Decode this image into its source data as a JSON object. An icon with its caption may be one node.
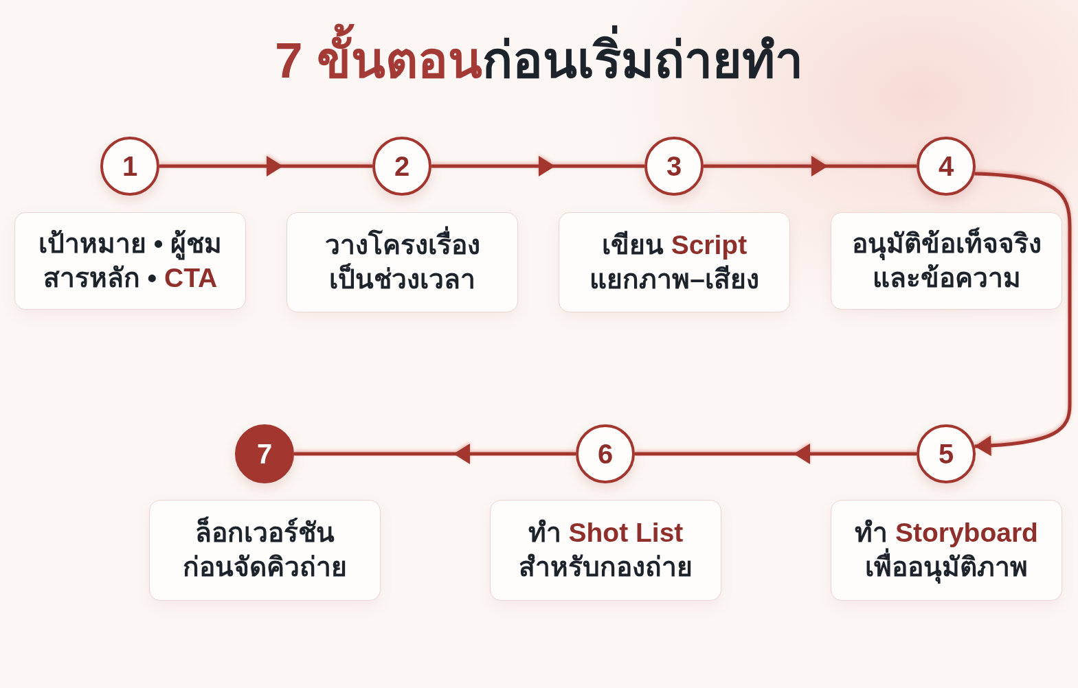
{
  "diagram": {
    "title": "**7 ขั้นตอน**ก่อนเริ่มถ่ายทำ",
    "nodes": [
      {
        "text": [
          "1"
        ]
      },
      {
        "text": [
          "เป้าหมาย • ผู้ชม สารหลัก • **CTA**"
        ]
      },
      {
        "text": [
          "2"
        ]
      },
      {
        "text": [
          "วางโครงเรื่องเป็นช่วงเวลา"
        ]
      },
      {
        "text": [
          "3"
        ]
      },
      {
        "text": [
          "เขียน **Script** แยกภาพ–เสียง"
        ]
      },
      {
        "text": [
          "4"
        ]
      },
      {
        "text": [
          "อนุมัติข้อเท็จจริงและข้อความ"
        ]
      },
      {
        "text": [
          "5"
        ]
      },
      {
        "text": [
          "ทำ **Storyboard** เพื่ออนุมัติภาพ"
        ]
      },
      {
        "text": [
          "6"
        ]
      },
      {
        "text": [
          "ทำ **Shot List** สำหรับกองถ่าย"
        ]
      },
      {
        "text": [
          "7"
        ]
      },
      {
        "text": [
          "ล็อกเวอร์ชันก่อนจัดคิวถ่าย"
        ]
      }
    ],
    "edges": [
      {
        "from": 0,
        "to": 2,
        "arrow": "to"
      },
      {
        "from": 2,
        "to": 4,
        "arrow": "to"
      },
      {
        "from": 4,
        "to": 6,
        "arrow": "to"
      },
      {
        "from": 6,
        "to": 8,
        "arrow": "to"
      },
      {
        "from": 8,
        "to": 10,
        "arrow": "to"
      },
      {
        "from": 10,
        "to": 12,
        "arrow": "to"
      }
    ]
  }
}
